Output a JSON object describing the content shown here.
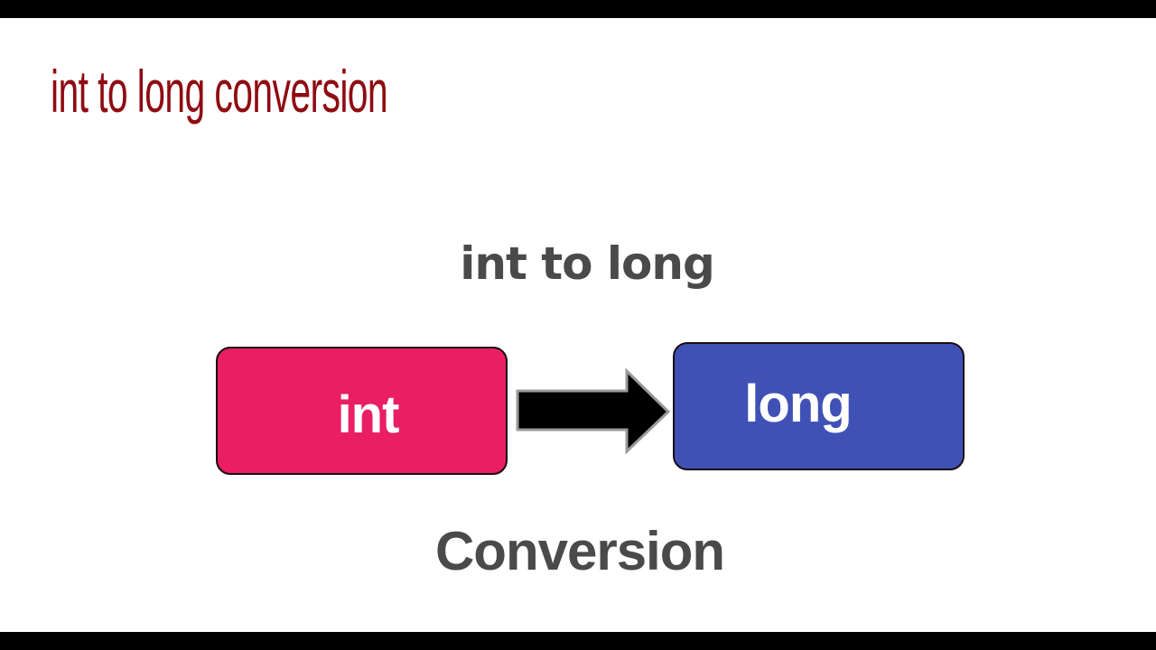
{
  "slide": {
    "title": "int to long conversion",
    "subtitle": "int to long",
    "footer": "Conversion",
    "colors": {
      "title": "#8f0b12",
      "text": "#4a4a4a",
      "int_box": "#e91e63",
      "long_box": "#3f51b5",
      "arrow": "#000000",
      "background": "#ffffff",
      "letterbox": "#000000"
    }
  },
  "diagram": {
    "source": {
      "label": "int",
      "icon": "rounded-box"
    },
    "connector": {
      "icon": "arrow-right-icon"
    },
    "target": {
      "label": "long",
      "icon": "rounded-box"
    }
  }
}
